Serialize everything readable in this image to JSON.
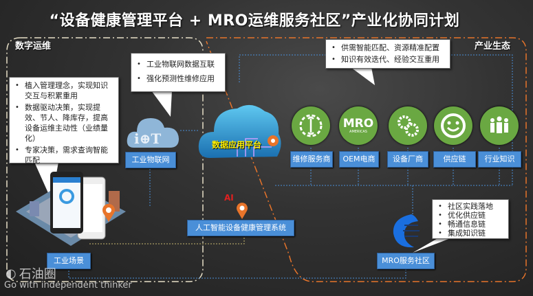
{
  "title": "“设备健康管理平台 + MRO运维服务社区”产业化协同计划",
  "sections": {
    "left": "数字运维",
    "right": "产业生态"
  },
  "callouts": {
    "left": [
      "植入管理理念，实现知识交互与积累重用",
      "数据驱动决策，实现提效、节人、降库存，提高设备运维主动性（业绩量化）",
      "专家决策，需求查询智能匹配"
    ],
    "iot": [
      "工业物联网数据互联",
      "强化预测性维修应用"
    ],
    "top_right": [
      "供需智能匹配、资源精准配置",
      "知识有效迭代、经验交互重用"
    ],
    "bottom_right": [
      "社区实践落地",
      "优化供应链",
      "畅通信息链",
      "集成知识链"
    ]
  },
  "nodes": {
    "iot_cloud_text": "i⊕T",
    "iot": "工业物联网",
    "data_platform": "数据应用平台",
    "ai_mark": "AI",
    "ai_system": "人工智能设备健康管理系统",
    "industrial_scene": "工业场景",
    "mro_community": "MRO服务社区"
  },
  "ecosystem": [
    {
      "label": "维修服务商",
      "icon": "wrench-gear-icon"
    },
    {
      "label": "OEM电商",
      "icon": "mro-americas-logo",
      "logo_text": "MRO",
      "logo_sub": "AMERICAS"
    },
    {
      "label": "设备厂商",
      "icon": "gears-icon"
    },
    {
      "label": "供应链",
      "icon": "smiley-icon"
    },
    {
      "label": "行业知识",
      "icon": "people-icon"
    }
  ],
  "watermark": {
    "brand": "石油圈",
    "slogan": "Go with independent thinker"
  },
  "colors": {
    "green": "#6aa842",
    "tag_blue": "#4a8fd8",
    "orange": "#e8742a",
    "yellow": "#ffee00"
  }
}
